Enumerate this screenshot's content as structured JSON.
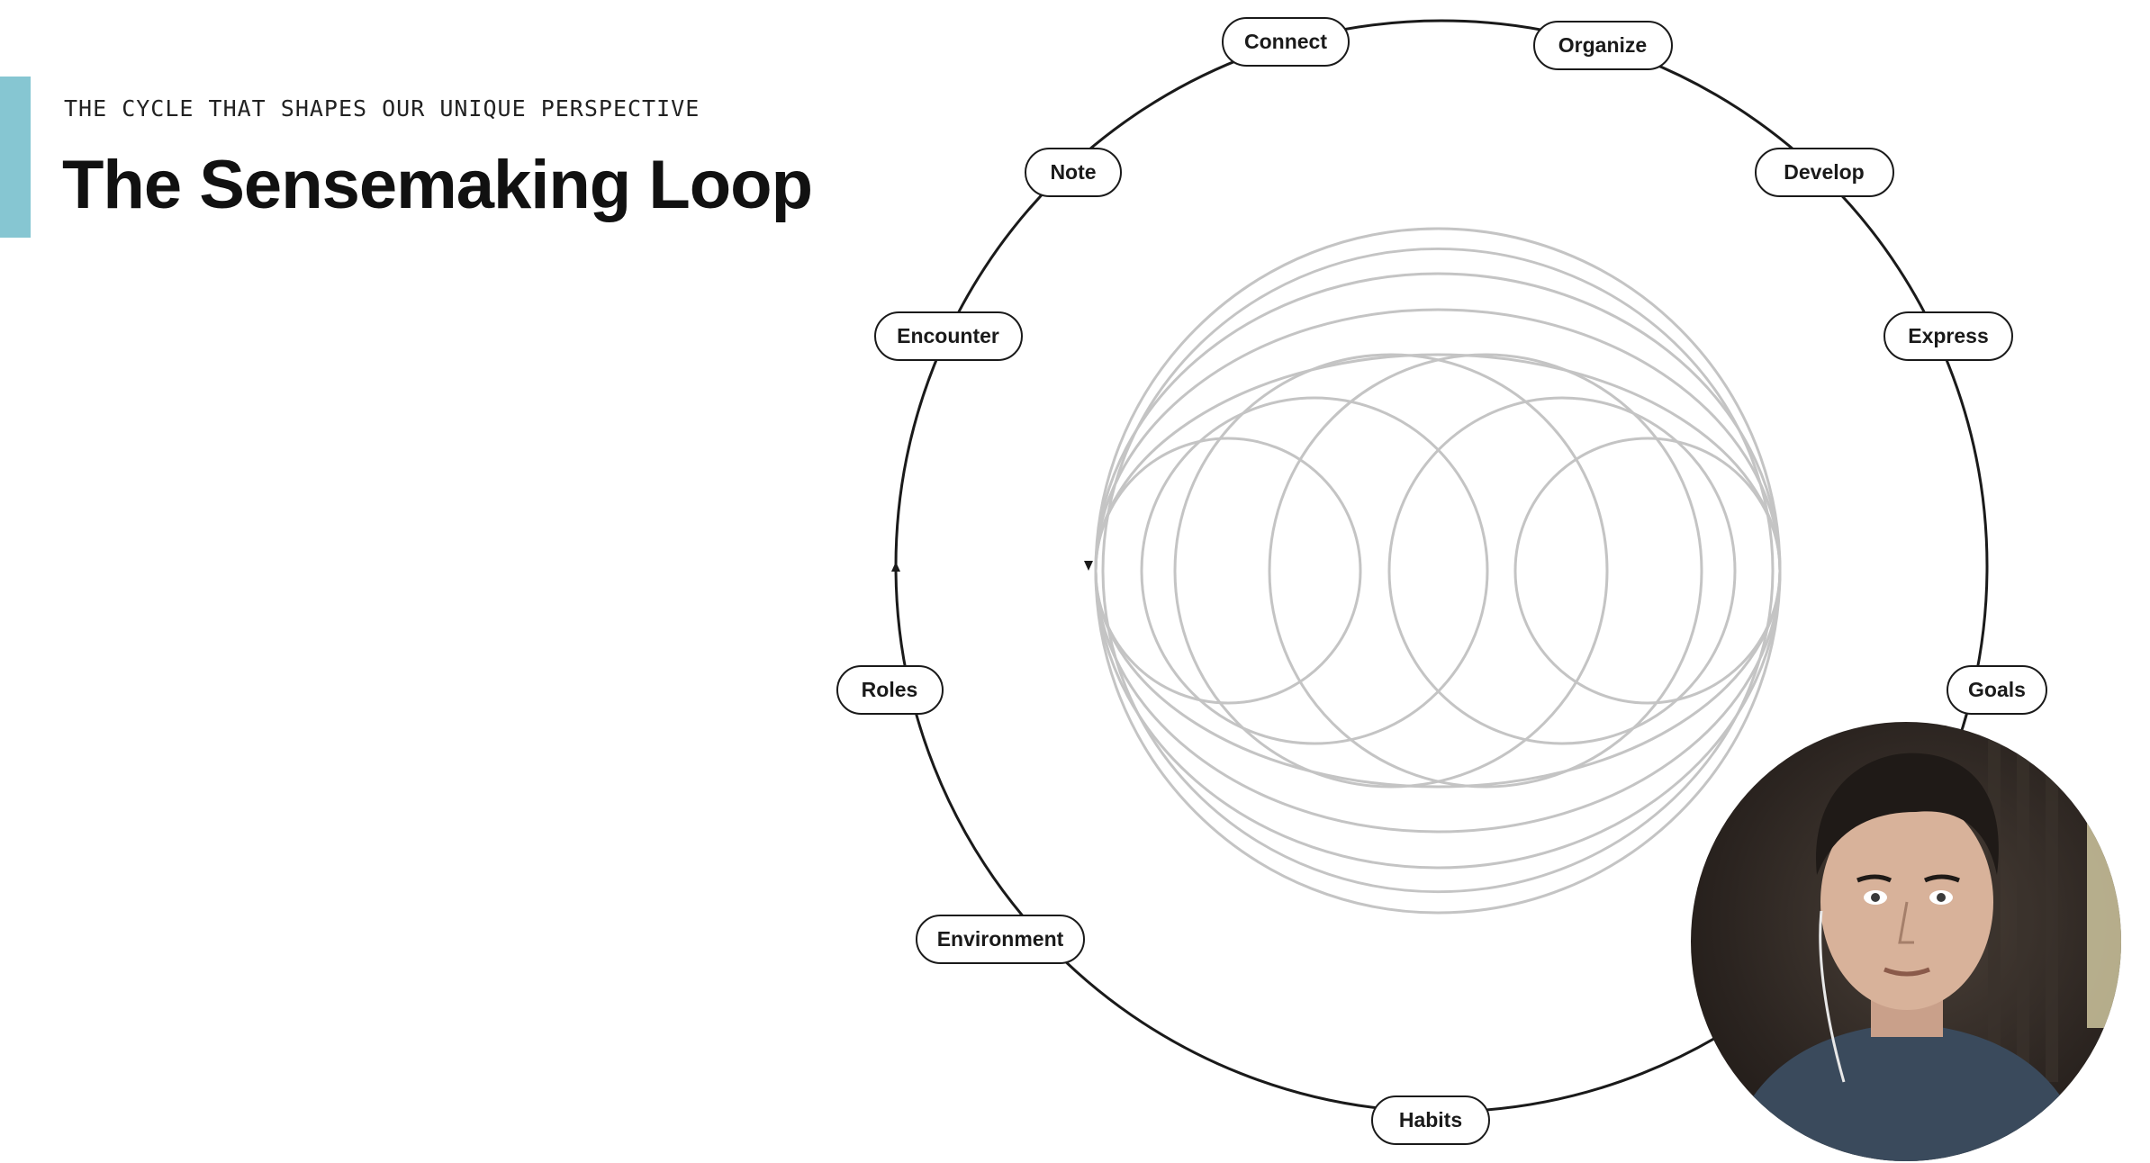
{
  "header": {
    "eyebrow": "THE CYCLE THAT SHAPES OUR UNIQUE PERSPECTIVE",
    "title": "The Sensemaking Loop"
  },
  "colors": {
    "accent": "#86c6d2",
    "loop_stroke": "#1a1a1a",
    "inner_circles": "#c4c4c4"
  },
  "loop": {
    "nodes": [
      {
        "id": "connect",
        "label": "Connect"
      },
      {
        "id": "organize",
        "label": "Organize"
      },
      {
        "id": "develop",
        "label": "Develop"
      },
      {
        "id": "express",
        "label": "Express"
      },
      {
        "id": "goals",
        "label": "Goals"
      },
      {
        "id": "habits",
        "label": "Habits"
      },
      {
        "id": "environment",
        "label": "Environment"
      },
      {
        "id": "roles",
        "label": "Roles"
      },
      {
        "id": "encounter",
        "label": "Encounter"
      },
      {
        "id": "note",
        "label": "Note"
      }
    ],
    "direction": "clockwise"
  },
  "presenter": {
    "icon": "presenter-webcam"
  }
}
